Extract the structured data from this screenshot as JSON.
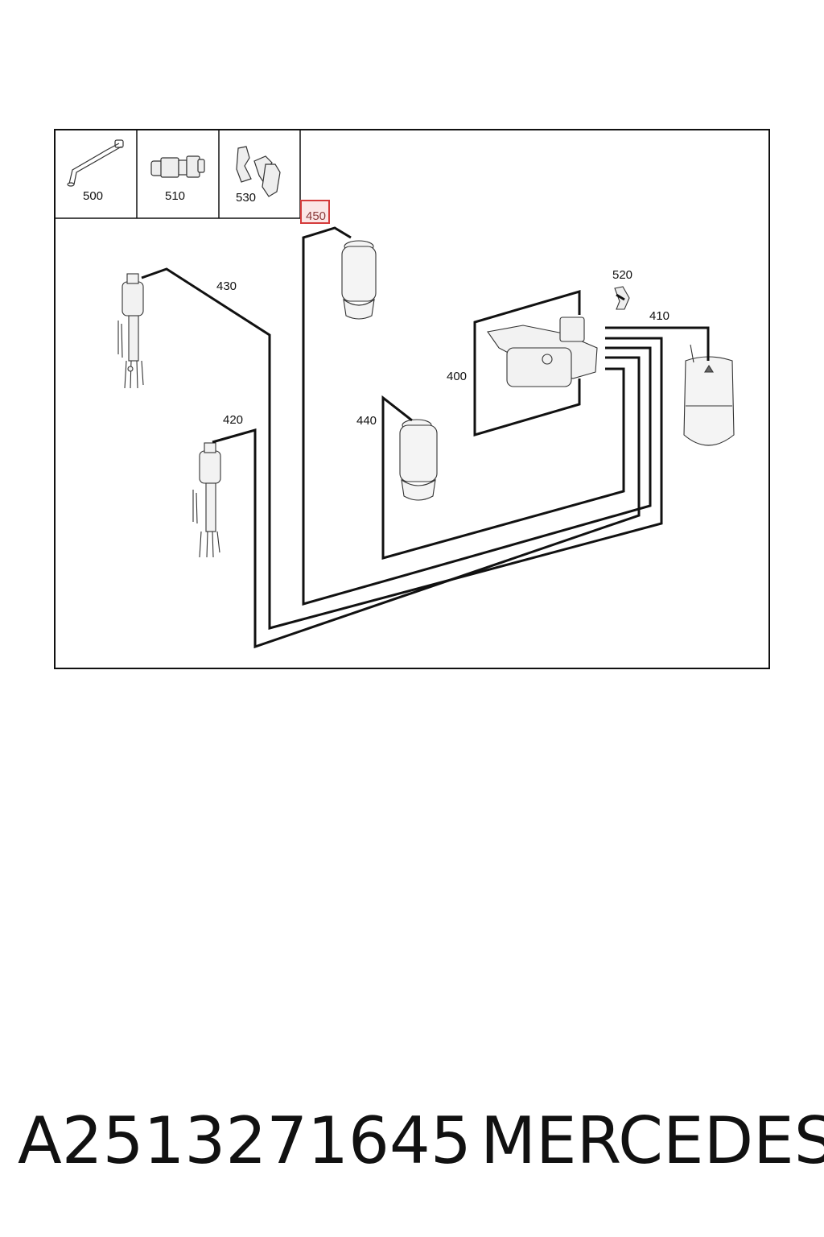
{
  "diagram": {
    "callouts": {
      "c500": "500",
      "c510": "510",
      "c530": "530",
      "c450": "450",
      "c430": "430",
      "c520": "520",
      "c410": "410",
      "c400": "400",
      "c440": "440",
      "c420": "420"
    },
    "highlighted_callout": "450",
    "highlight_color": "#d43a3a"
  },
  "footer": {
    "part_number": "A2513271645",
    "brand": "MERCEDES"
  }
}
